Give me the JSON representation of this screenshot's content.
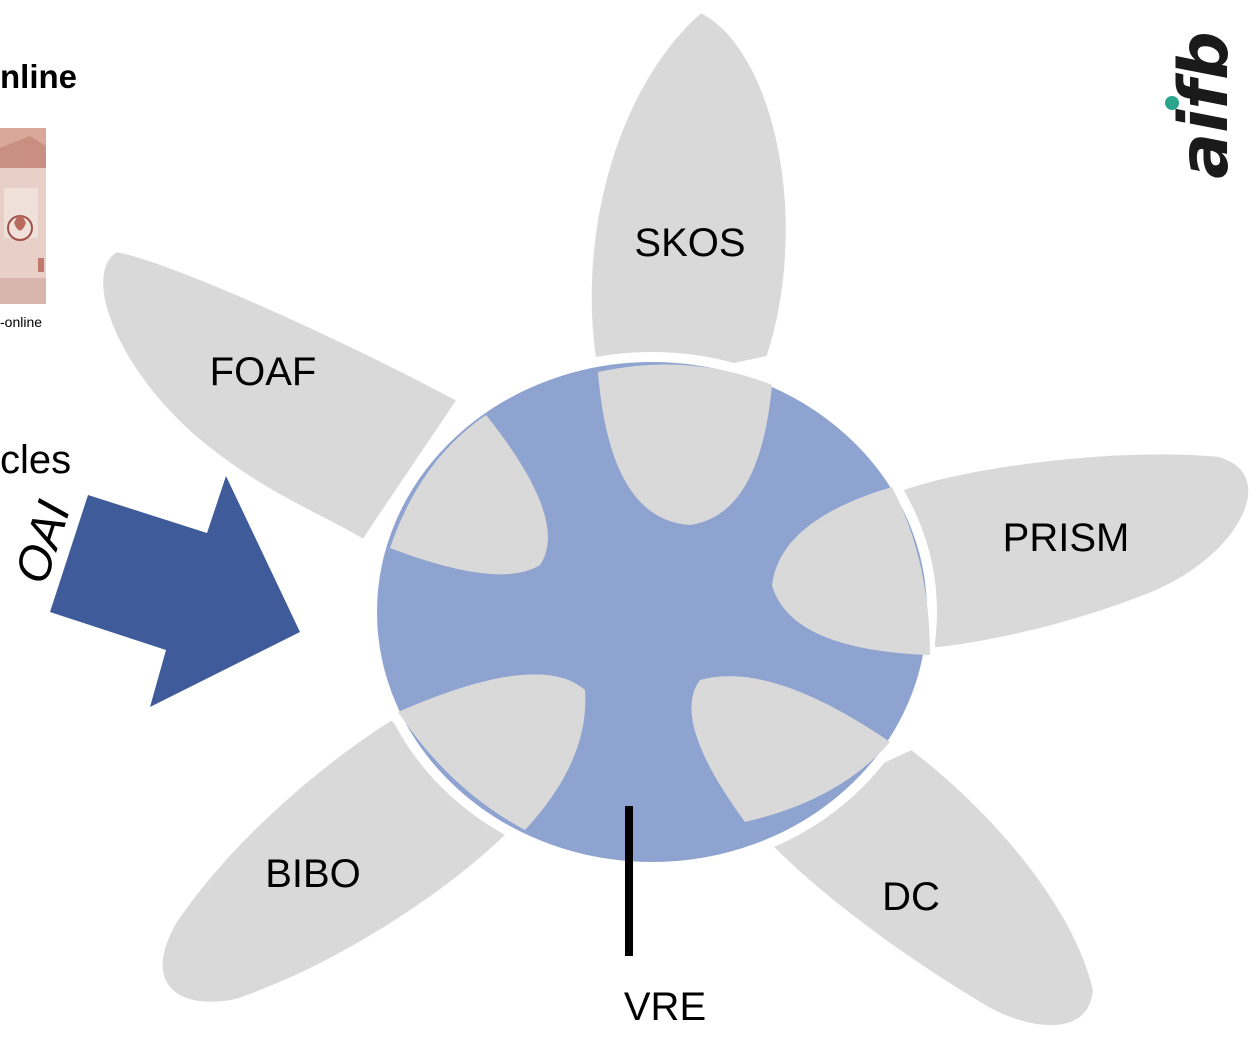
{
  "slide": {
    "heading": "nline",
    "caption": "-online",
    "side_text": "cles"
  },
  "diagram": {
    "petals": [
      "SKOS",
      "FOAF",
      "PRISM",
      "BIBO",
      "DC"
    ],
    "center_label": "VRE",
    "arrow_label": "OAI",
    "logo_text": "aifb",
    "colors": {
      "petal": "#d9d9d9",
      "hub": "#8fa3d0",
      "arrow": "#3f5b9a",
      "logo": "#1a1a1a",
      "logo_dot": "#2aa58b"
    }
  }
}
